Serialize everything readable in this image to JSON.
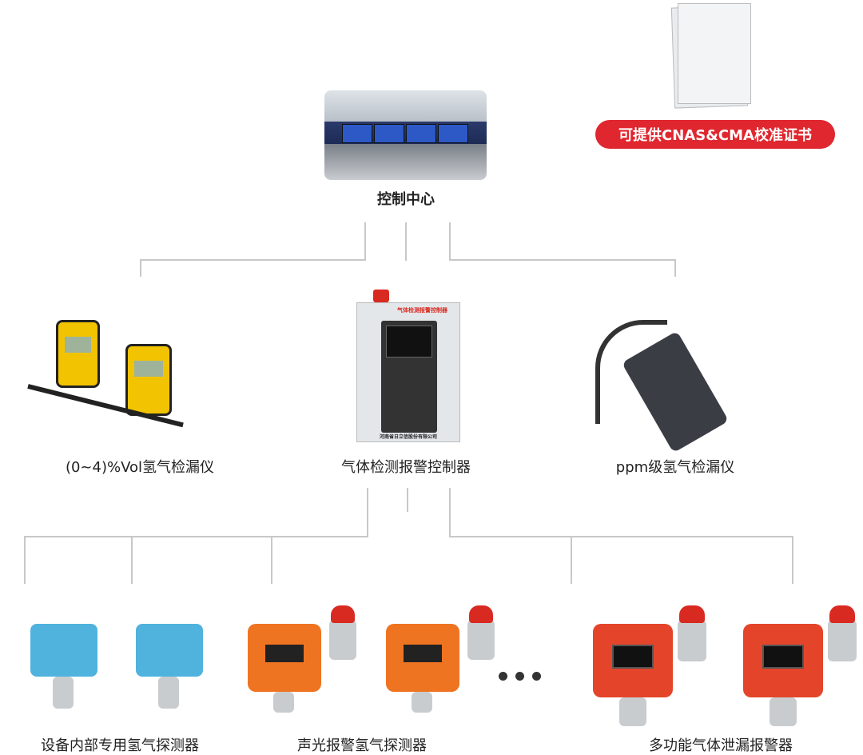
{
  "certificate": {
    "badge": "可提供CNAS&CMA校准证书"
  },
  "control_center": {
    "label": "控制中心"
  },
  "middle": [
    {
      "label": "(0~4)%Vol氢气检漏仪"
    },
    {
      "label": "气体检测报警控制器",
      "panel_brand": "气体检测报警控制器",
      "panel_company": "河南省日立信股份有限公司"
    },
    {
      "label": "ppm级氢气检漏仪"
    }
  ],
  "bottom": [
    {
      "label": "设备内部专用氢气探测器"
    },
    {
      "label": "声光报警氢气探测器"
    },
    {
      "label": "多功能气体泄漏报警器"
    }
  ],
  "colors": {
    "accent": "#e0262e",
    "line": "#c8c8c8",
    "blue_detector": "#4fb3dd",
    "orange_detector": "#ef7421"
  }
}
